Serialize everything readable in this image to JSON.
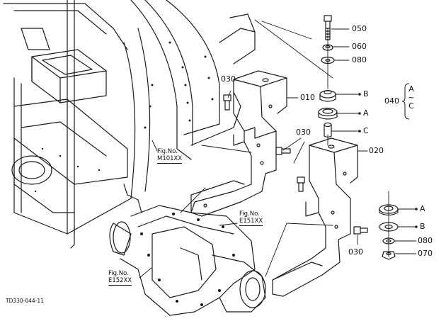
{
  "part_labels": {
    "p050": "050",
    "p060": "060",
    "p080_top": "080",
    "p030_left": "030",
    "p010": "010",
    "pB_top": "B",
    "pA_top": "A",
    "pC_top": "C",
    "p040": "040",
    "p030_mid": "030",
    "p020": "020",
    "pA_bottom": "A",
    "pB_bottom": "B",
    "p080_bottom": "080",
    "p070": "070",
    "p030_bottom": "030"
  },
  "group_040": {
    "top": "A",
    "tilde": "~",
    "bottom": "C"
  },
  "figure_refs": {
    "m101": {
      "line1": "Fig.No.",
      "line2": "M101XX"
    },
    "e151": {
      "line1": "Fig.No.",
      "line2": "E151XX"
    },
    "e152": {
      "line1": "Fig.No.",
      "line2": "E152XX"
    }
  },
  "drawing_code": "TD330-044-11"
}
